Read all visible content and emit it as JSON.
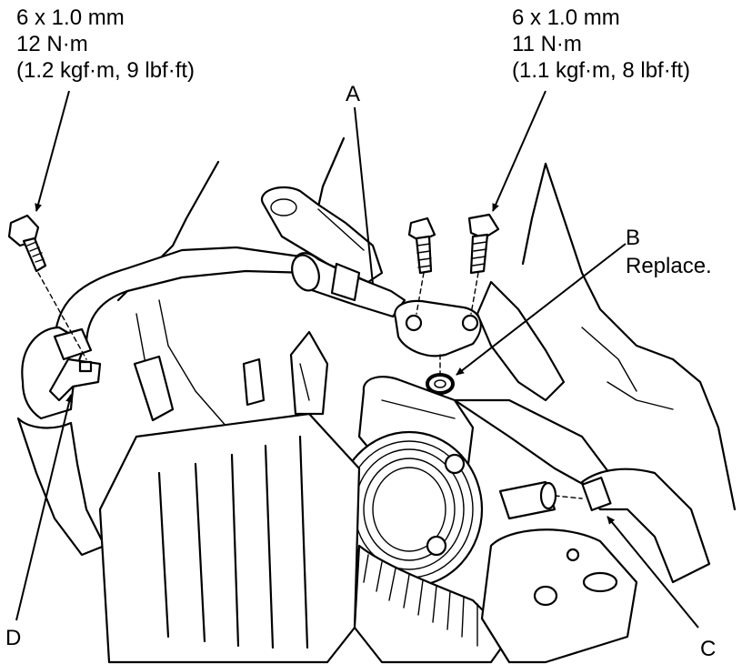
{
  "callouts": {
    "bolt_left": {
      "size": "6 x 1.0 mm",
      "torque": "12 N·m",
      "alt": "(1.2 kgf·m, 9 lbf·ft)"
    },
    "bolt_right": {
      "size": "6 x 1.0 mm",
      "torque": "11 N·m",
      "alt": "(1.1 kgf·m, 8 lbf·ft)"
    },
    "A": {
      "letter": "A"
    },
    "B": {
      "letter": "B",
      "note": "Replace."
    },
    "C": {
      "letter": "C"
    },
    "D": {
      "letter": "D"
    }
  }
}
